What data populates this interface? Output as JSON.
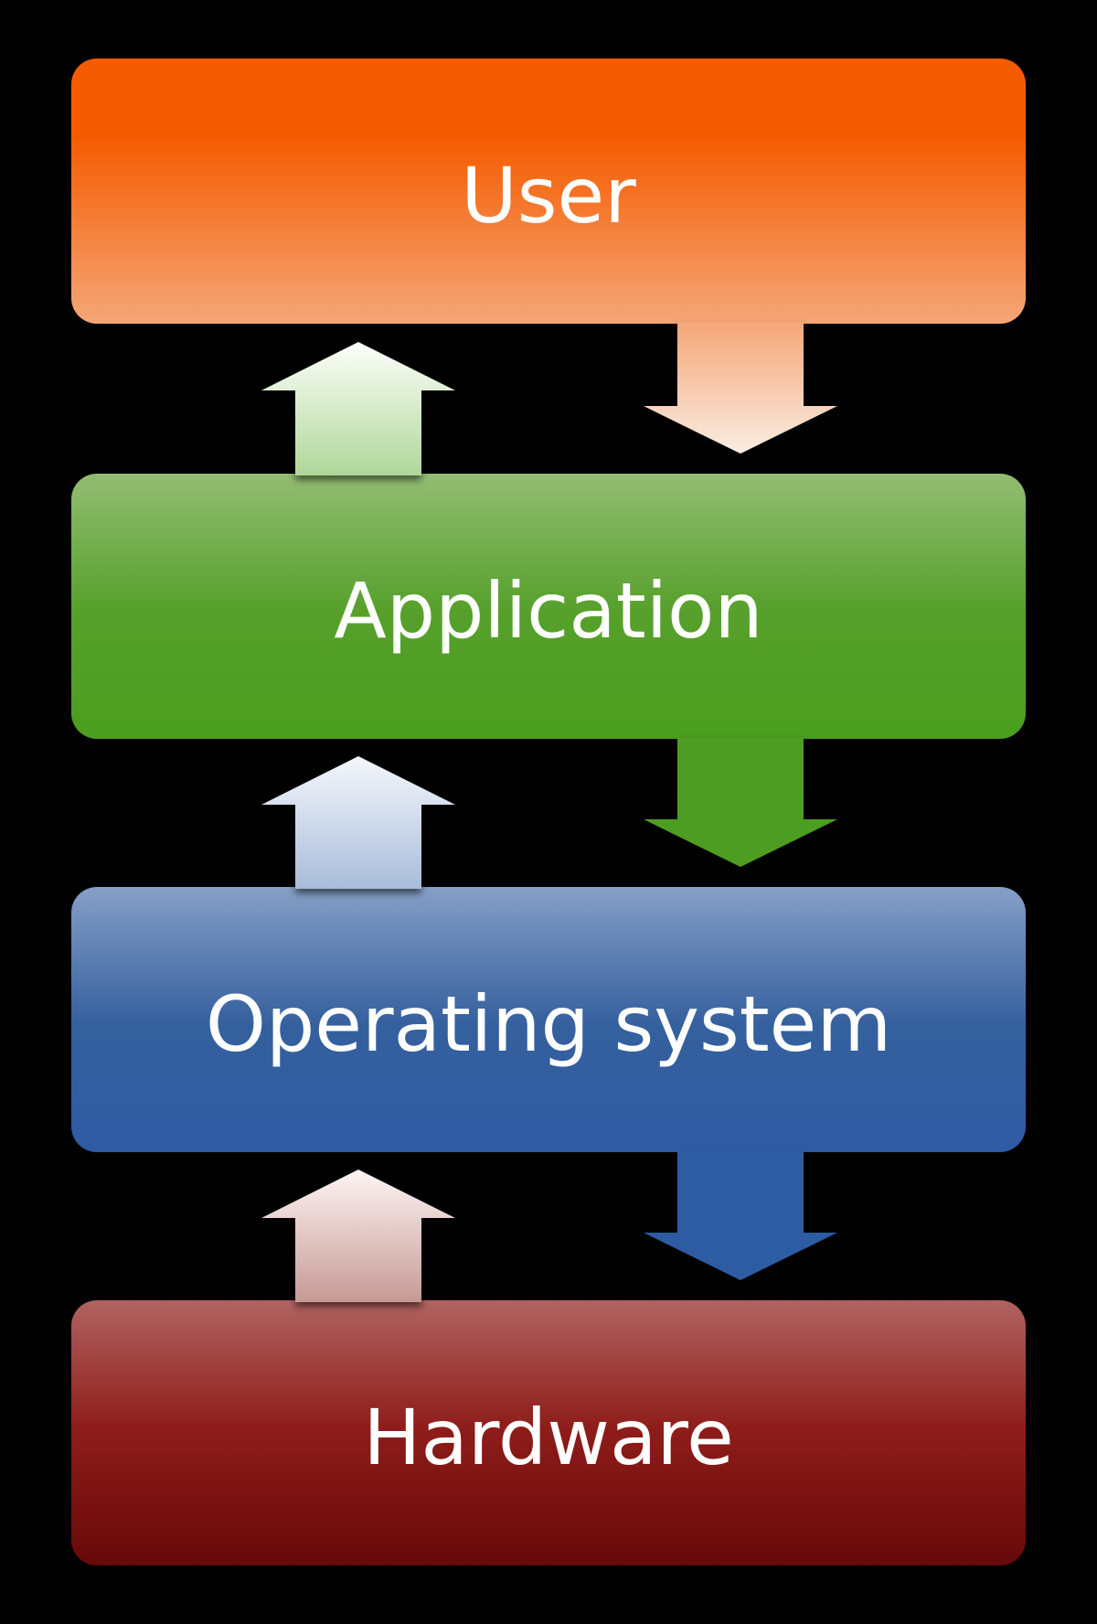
{
  "diagram": {
    "background_color": "#000000",
    "text_color": "#FFFFFF"
  },
  "layers": [
    {
      "id": "user",
      "label": "User",
      "gradient": {
        "top": "#F55B00",
        "mid": "#F55C01",
        "mid_at": "30%",
        "bottom": "#F5A677"
      }
    },
    {
      "id": "application",
      "label": "Application",
      "gradient": {
        "top": "#93BC72",
        "mid": "#56A02B",
        "mid_at": "52%",
        "bottom": "#4B9E1F"
      }
    },
    {
      "id": "os",
      "label": "Operating system",
      "gradient": {
        "top": "#869FC6",
        "mid": "#35609E",
        "mid_at": "52%",
        "bottom": "#2E5BA4"
      }
    },
    {
      "id": "hardware",
      "label": "Hardware",
      "gradient": {
        "top": "#B06361",
        "mid": "#8E1D1A",
        "mid_at": "48%",
        "bottom": "#670909"
      }
    }
  ],
  "arrows": {
    "up": [
      {
        "from": "application",
        "to": "user",
        "tip_color": "#FCFFFA",
        "base_color": "#B0D699"
      },
      {
        "from": "os",
        "to": "application",
        "tip_color": "#F4F7FC",
        "base_color": "#A9BCD9"
      },
      {
        "from": "hardware",
        "to": "os",
        "tip_color": "#FDF4F2",
        "base_color": "#C69A96"
      }
    ],
    "down": [
      {
        "from": "user",
        "to": "application",
        "top_color": "#F5A677",
        "tip_color": "#FAEDE3"
      },
      {
        "from": "application",
        "to": "os",
        "top_color": "#4F9D22",
        "tip_color": "#4D9D20"
      },
      {
        "from": "os",
        "to": "hardware",
        "top_color": "#2D5BA3",
        "tip_color": "#2D5BA3"
      }
    ]
  }
}
